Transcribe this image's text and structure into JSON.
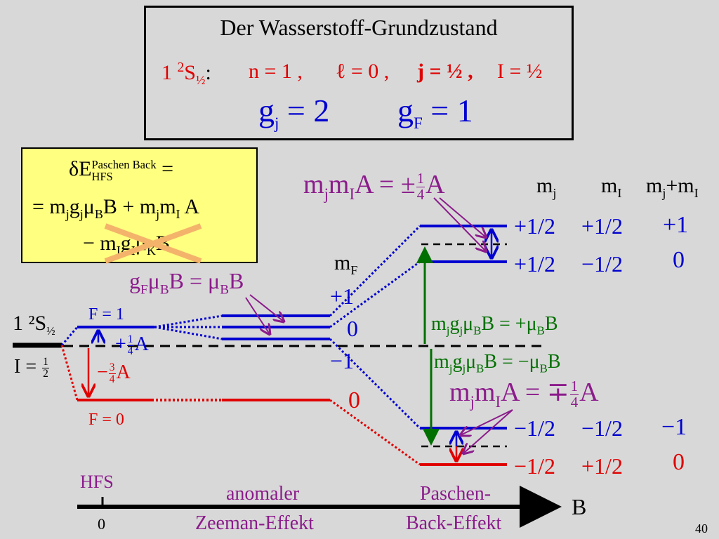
{
  "title": {
    "heading": "Der Wasserstoff-Grundzustand",
    "state_label": "1 ²S½:",
    "n": "n = 1 ,",
    "l": "ℓ = 0 ,",
    "j": "j = ½ ,",
    "I": "I = ½",
    "gj_g": "g",
    "gj_sub": "j",
    "gj_val": "= 2",
    "gF_g": "g",
    "gF_sub": "F",
    "gF_val": "= 1"
  },
  "formula": {
    "line1_pre": "δE",
    "line1_sup": "Paschen Back",
    "line1_sub": "HFS",
    "line1_eq": "=",
    "line2": "= m",
    "line2_b": "g",
    "line2_c": "μ",
    "line2_d": "B + m",
    "line2_e": "m",
    "line2_f": " A",
    "line3": "− m",
    "line3_b": "g",
    "line3_c": "μ",
    "line3_d": "B",
    "sub_j": "j",
    "sub_I": "I",
    "sub_B": "B",
    "sub_K": "K"
  },
  "labels": {
    "state": "1 ²S",
    "state_sub": "½",
    "I_spin": "I =",
    "I_num": "1",
    "I_den": "2",
    "F1": "F = 1",
    "F0": "F = 0",
    "plus_quarter_sign": "+",
    "minus_three_quarter_sign": "−",
    "A": "A",
    "num1": "1",
    "den4": "4",
    "num3": "3",
    "gF_eq_pre": "g",
    "gF_eq_F": "F",
    "gF_eq_mu": "μ",
    "gF_eq_B": "B",
    "gF_eq_mid": "B = μ",
    "gF_eq_end": "B",
    "mF": "m",
    "mF_sub": "F",
    "mF_plus1": "+1",
    "mF_0": "0",
    "mF_minus1": "−1",
    "mF_0_red": "0",
    "mjmI_top_pre": "m",
    "mjmI_top_j": "j",
    "mjmI_top_I": "I",
    "mjmI_top_A": "A = ±",
    "mjmI_top_A2": "A",
    "mjmI_bot_A": "A = ∓",
    "green_top": "m",
    "green_j": "j",
    "green_g": "g",
    "green_mu": "μ",
    "green_B": "B",
    "green_top_mid": "B = +μ",
    "green_bot_mid": "B = −μ",
    "green_end": "B",
    "col_mj": "m",
    "col_mj_sub": "j",
    "col_mI": "m",
    "col_mI_sub": "I",
    "col_sum": "m",
    "col_sum_j": "j",
    "col_sum_plus": "+m",
    "col_sum_I": "I",
    "row1": [
      "+1/2",
      "+1/2",
      "+1"
    ],
    "row2": [
      "+1/2",
      "−1/2",
      "0"
    ],
    "row3": [
      "−1/2",
      "−1/2",
      "−1"
    ],
    "row4": [
      "−1/2",
      "+1/2",
      "0"
    ],
    "axis_B": "B",
    "axis_zero": "0",
    "region_hfs": "HFS",
    "region_zeeman_1": "anomaler",
    "region_zeeman_2": "Zeeman-Effekt",
    "region_pb_1": "Paschen-",
    "region_pb_2": "Back-Effekt",
    "page_number": "40"
  },
  "colors": {
    "blue": "#0000d0",
    "red": "#e00000",
    "purple": "#8b1c8b",
    "green": "#007000",
    "formula_bg": "#ffff80",
    "cross": "#f4b36b",
    "background": "#d8d8d8"
  }
}
